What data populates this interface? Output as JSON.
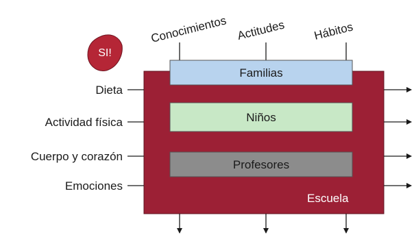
{
  "badge": {
    "text": "SI!"
  },
  "top_labels": [
    "Conocimientos",
    "Actitudes",
    "Hábitos"
  ],
  "left_labels": [
    "Dieta",
    "Actividad física",
    "Cuerpo y corazón",
    "Emociones"
  ],
  "boxes": {
    "familias": "Familias",
    "ninos": "Niños",
    "profesores": "Profesores"
  },
  "container": {
    "label": "Escuela"
  },
  "colors": {
    "school": "#9c2035",
    "school_border": "#5e1320",
    "familias": "#b8d3ee",
    "ninos": "#c8e8c6",
    "profesores": "#8c8c8c",
    "badge": "#b52636",
    "text": "#1a1a1a"
  }
}
